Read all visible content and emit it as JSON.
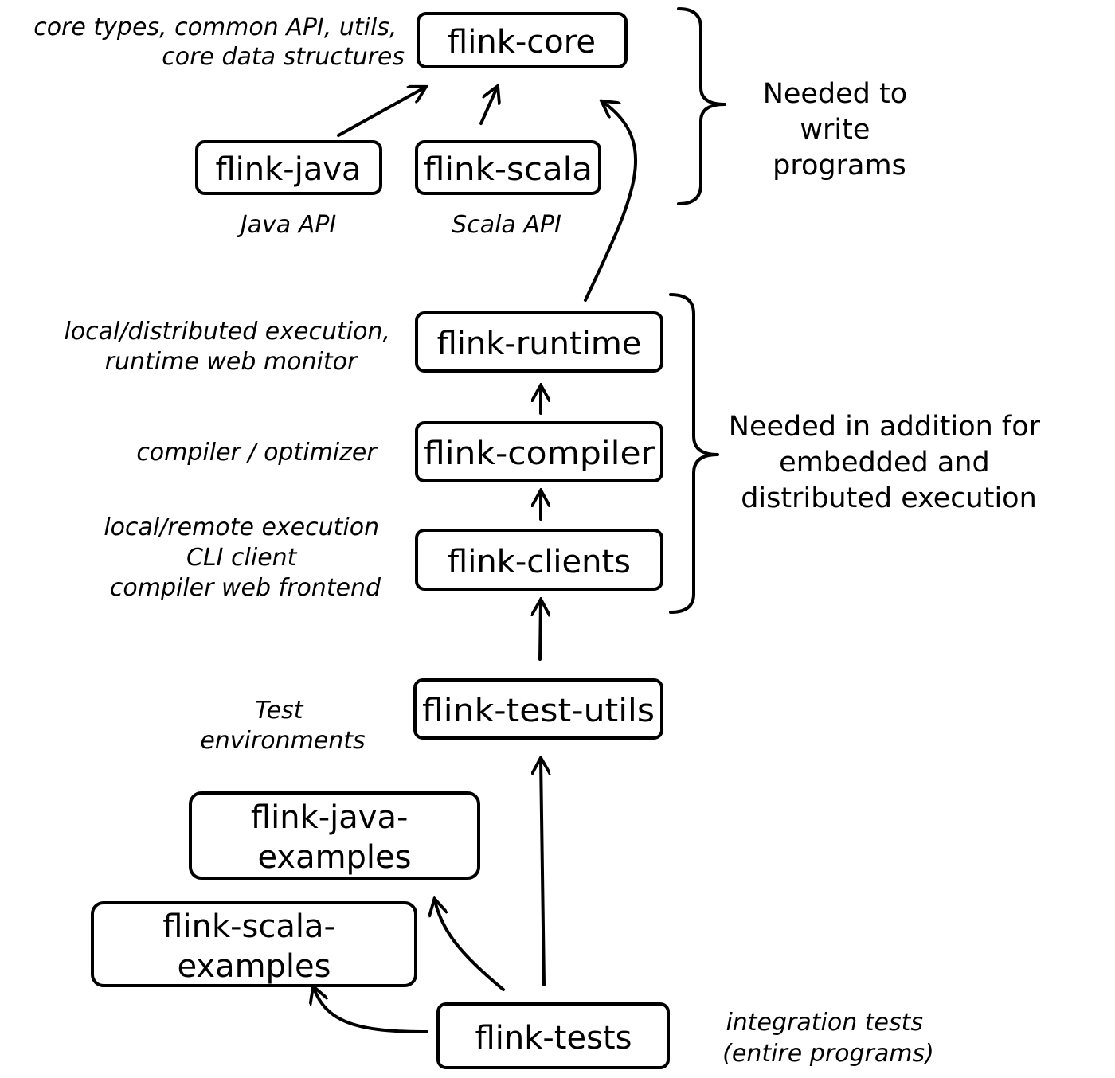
{
  "modules": {
    "core": {
      "label": "flink-core",
      "description": [
        "core types, common API, utils,",
        "core data structures"
      ]
    },
    "java": {
      "label": "flink-java",
      "description": [
        "Java API"
      ]
    },
    "scala": {
      "label": "flink-scala",
      "description": [
        "Scala API"
      ]
    },
    "runtime": {
      "label": "flink-runtime",
      "description": [
        "local/distributed execution,",
        "runtime web monitor"
      ]
    },
    "compiler": {
      "label": "flink-compiler",
      "description": [
        "compiler / optimizer"
      ]
    },
    "clients": {
      "label": "flink-clients",
      "description": [
        "local/remote execution",
        "CLI client",
        "compiler web frontend"
      ]
    },
    "test_utils": {
      "label": "flink-test-utils",
      "description": [
        "Test",
        "environments"
      ]
    },
    "java_examples": {
      "label": [
        "flink-java-",
        "examples"
      ]
    },
    "scala_examples": {
      "label": [
        "flink-scala-",
        "examples"
      ]
    },
    "tests": {
      "label": "flink-tests",
      "description": [
        "integration tests",
        "(entire programs)"
      ]
    }
  },
  "groups": {
    "write_programs": [
      "Needed to",
      "write",
      "programs"
    ],
    "execution": [
      "Needed in addition for",
      "embedded and",
      "distributed execution"
    ]
  },
  "edges": [
    {
      "from": "java",
      "to": "core"
    },
    {
      "from": "scala",
      "to": "core"
    },
    {
      "from": "runtime",
      "to": "core"
    },
    {
      "from": "compiler",
      "to": "runtime"
    },
    {
      "from": "clients",
      "to": "compiler"
    },
    {
      "from": "test_utils",
      "to": "clients"
    },
    {
      "from": "tests",
      "to": "test_utils"
    },
    {
      "from": "tests",
      "to": "java_examples"
    },
    {
      "from": "tests",
      "to": "scala_examples"
    }
  ]
}
